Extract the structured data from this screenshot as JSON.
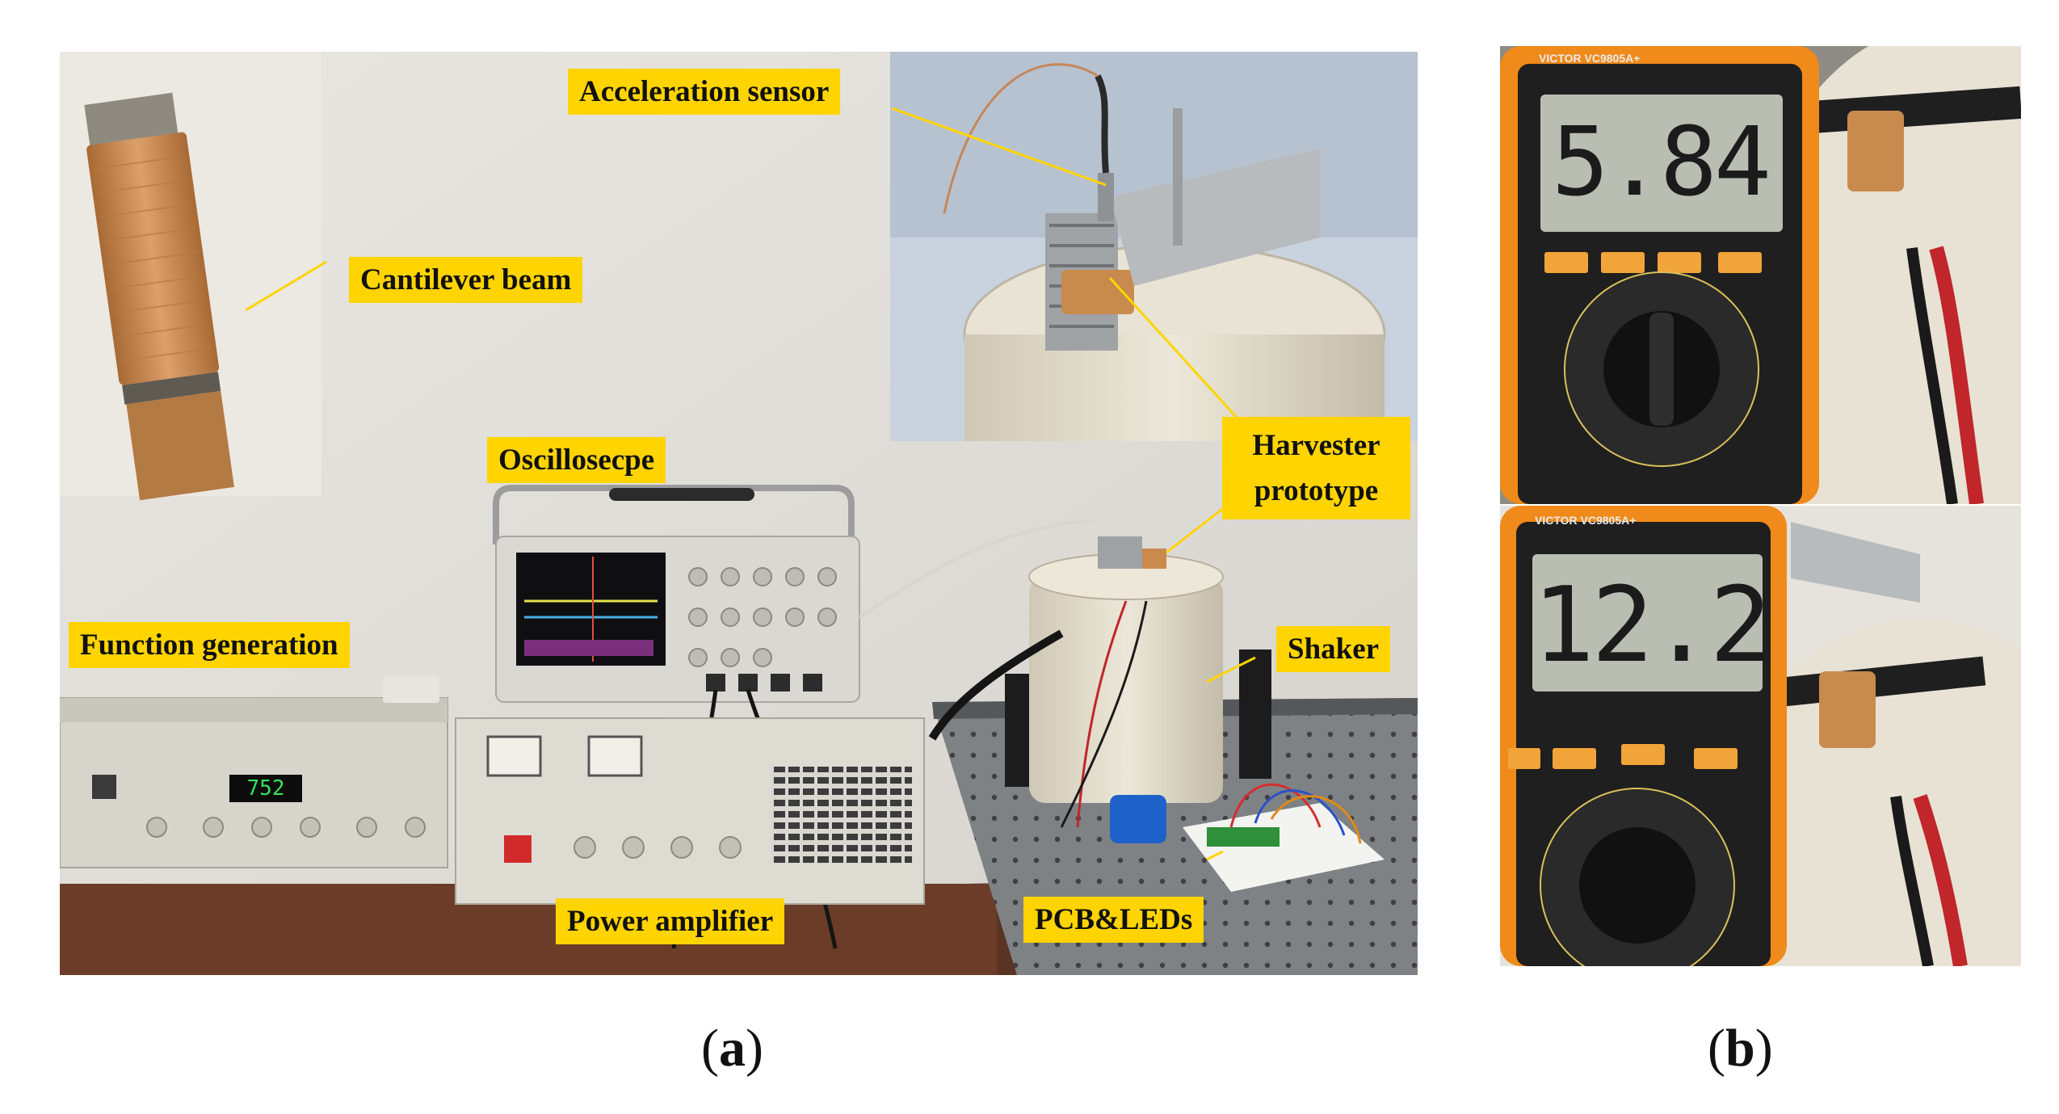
{
  "figure": {
    "panel_a": {
      "caption_letter": "a",
      "labels": {
        "acceleration_sensor": "Acceleration sensor",
        "cantilever_beam": "Cantilever beam",
        "oscilloscope": "Oscillosecpe",
        "harvester_prototype": "Harvester prototype",
        "function_generation": "Function generation",
        "shaker": "Shaker",
        "power_amplifier": "Power amplifier",
        "pcb_leds": "PCB&LEDs"
      },
      "function_generator_display": "752"
    },
    "panel_b": {
      "caption_letter": "b",
      "multimeter_top": {
        "reading": "5.84",
        "brand": "VICTOR VC9805A+"
      },
      "multimeter_bottom": {
        "reading": "12.2",
        "brand": "VICTOR VC9805A+"
      }
    }
  },
  "colors": {
    "label_bg": "#ffd400",
    "multimeter_body": "#f08a1a",
    "lcd": "#b9bdb2",
    "copper": "#c98a4e"
  }
}
